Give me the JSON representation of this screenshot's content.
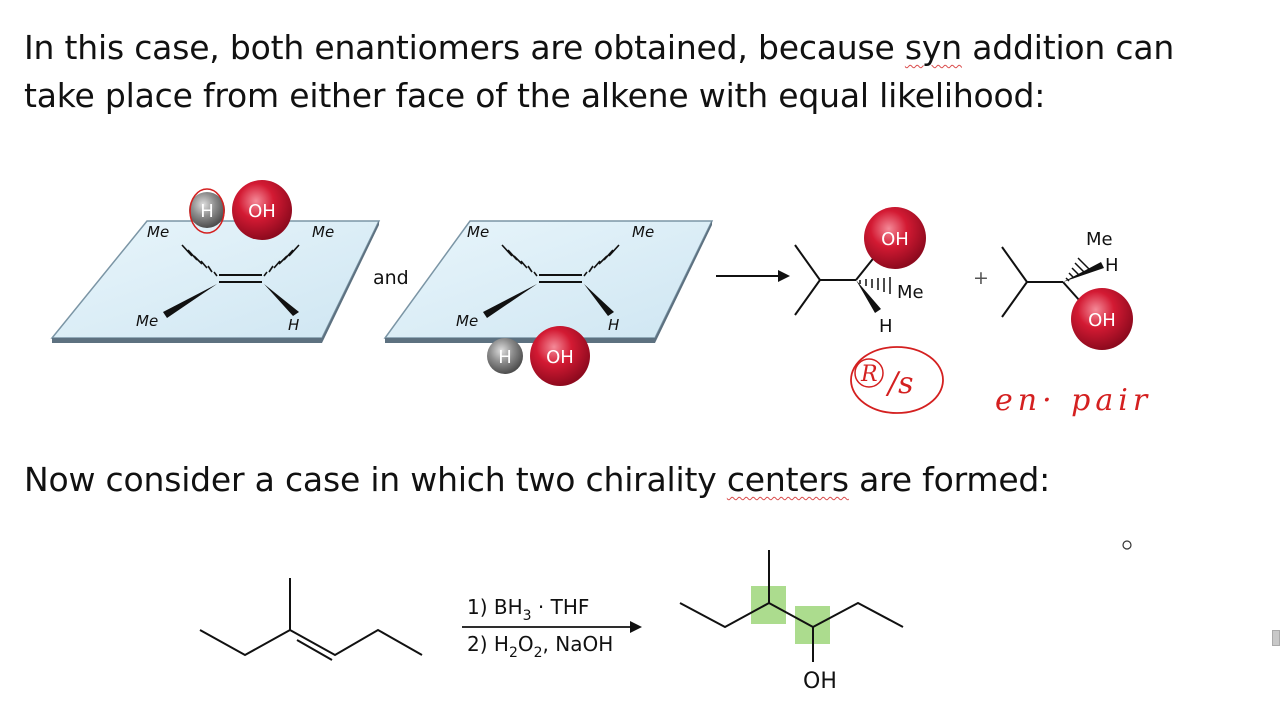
{
  "intro": {
    "before": "In this case, both enantiomers are obtained, because ",
    "syn": "syn",
    "after": " addition can take place from either face of the alkene with equal likelihood:"
  },
  "scheme1": {
    "me": "Me",
    "h": "H",
    "oh": "OH",
    "and": "and",
    "plus": "+"
  },
  "annotations": {
    "rs_r": "R",
    "rs_s": "/s",
    "en_pair": "en· pair"
  },
  "consider": {
    "before": "Now consider a case in which two chirality ",
    "centers": "centers",
    "after": " are formed:"
  },
  "reaction": {
    "step1_prefix": "1) BH",
    "step1_sub": "3",
    "step1_rest": " · THF",
    "step2_prefix": "2) H",
    "step2_sub1": "2",
    "step2_o": "O",
    "step2_sub2": "2",
    "step2_rest": ", NaOH",
    "product_oh": "OH"
  },
  "colors": {
    "plane_fill": "#d9edf7",
    "plane_edge": "#5d7180",
    "oh_ball": "#c8102e",
    "h_ball": "#8a8a8a",
    "ink": "#d42020",
    "highlight": "#9ed67a"
  }
}
